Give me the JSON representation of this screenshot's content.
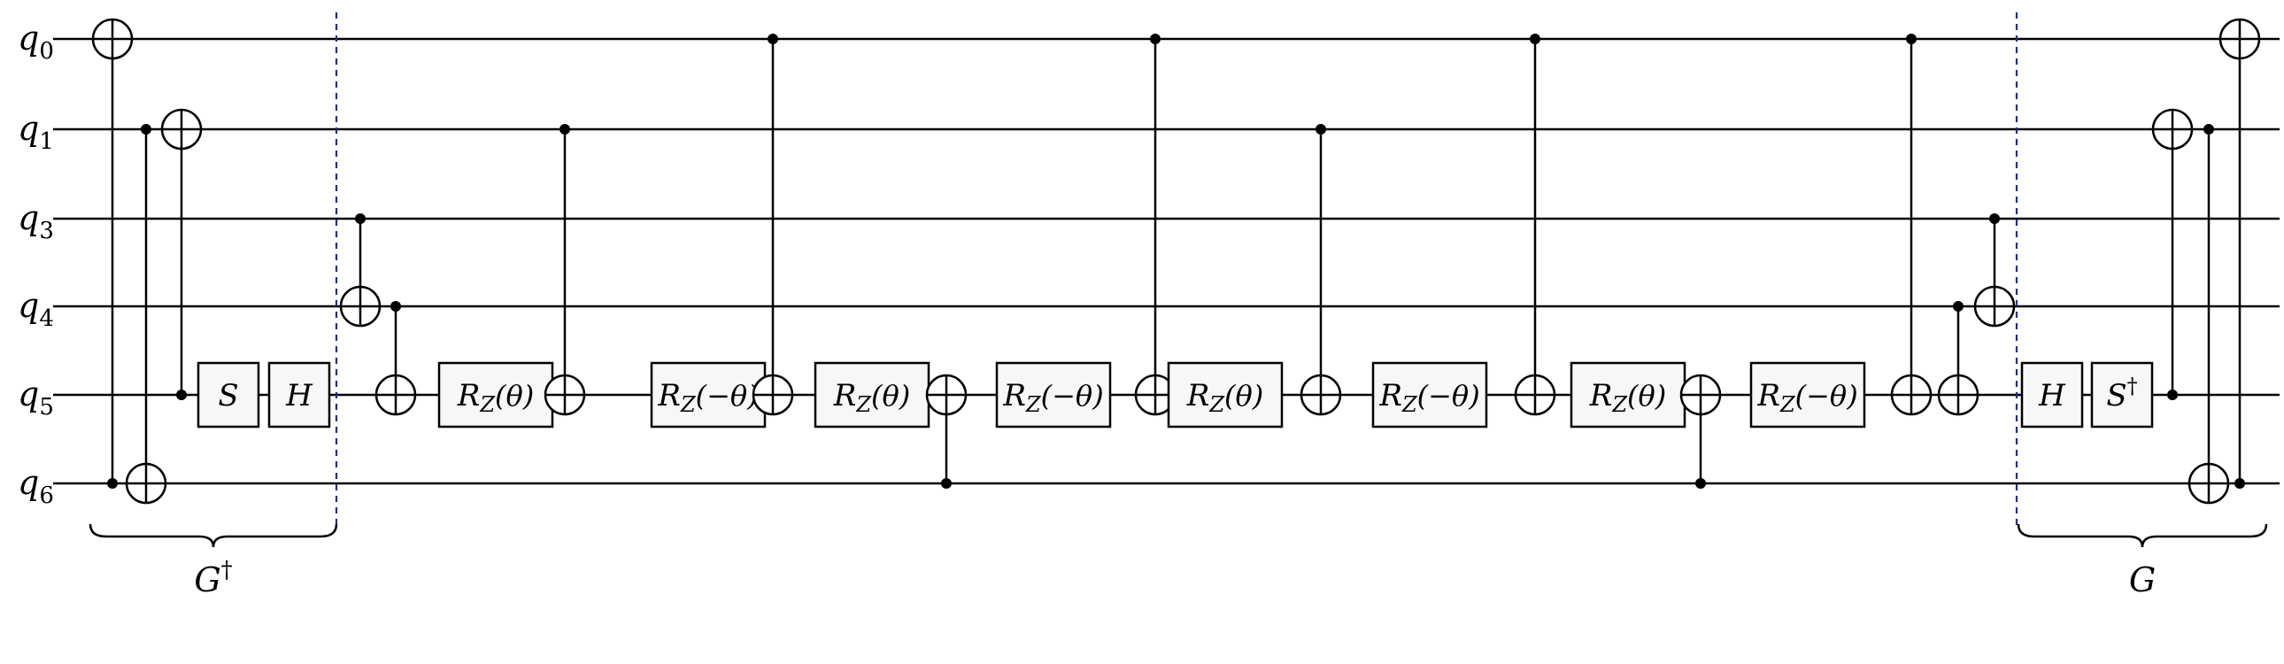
{
  "qubits": [
    {
      "name": "q",
      "index": "0"
    },
    {
      "name": "q",
      "index": "1"
    },
    {
      "name": "q",
      "index": "3"
    },
    {
      "name": "q",
      "index": "4"
    },
    {
      "name": "q",
      "index": "5"
    },
    {
      "name": "q",
      "index": "6"
    }
  ],
  "gates": [
    {
      "type": "cnot",
      "control": 5,
      "target": 0
    },
    {
      "type": "cnot",
      "control": 1,
      "target": 5
    },
    {
      "type": "cnot",
      "control": 4,
      "target": 1
    },
    {
      "type": "single",
      "wire": 4,
      "label": "S"
    },
    {
      "type": "single",
      "wire": 4,
      "label": "H"
    },
    {
      "type": "cnot",
      "control": 2,
      "target": 3
    },
    {
      "type": "cnot",
      "control": 3,
      "target": 4
    },
    {
      "type": "rz",
      "wire": 4,
      "label": "R",
      "sub": "Z",
      "arg": "(θ)"
    },
    {
      "type": "cnot",
      "control": 1,
      "target": 4
    },
    {
      "type": "rz",
      "wire": 4,
      "label": "R",
      "sub": "Z",
      "arg": "(−θ)"
    },
    {
      "type": "cnot",
      "control": 0,
      "target": 4
    },
    {
      "type": "rz",
      "wire": 4,
      "label": "R",
      "sub": "Z",
      "arg": "(θ)"
    },
    {
      "type": "cnot",
      "control": 5,
      "target": 4
    },
    {
      "type": "rz",
      "wire": 4,
      "label": "R",
      "sub": "Z",
      "arg": "(−θ)"
    },
    {
      "type": "cnot",
      "control": 0,
      "target": 4
    },
    {
      "type": "rz",
      "wire": 4,
      "label": "R",
      "sub": "Z",
      "arg": "(θ)"
    },
    {
      "type": "cnot",
      "control": 1,
      "target": 4
    },
    {
      "type": "rz",
      "wire": 4,
      "label": "R",
      "sub": "Z",
      "arg": "(−θ)"
    },
    {
      "type": "cnot",
      "control": 0,
      "target": 4
    },
    {
      "type": "rz",
      "wire": 4,
      "label": "R",
      "sub": "Z",
      "arg": "(θ)"
    },
    {
      "type": "cnot",
      "control": 5,
      "target": 4
    },
    {
      "type": "rz",
      "wire": 4,
      "label": "R",
      "sub": "Z",
      "arg": "(−θ)"
    },
    {
      "type": "cnot",
      "control": 0,
      "target": 4
    },
    {
      "type": "cnot",
      "control": 3,
      "target": 4
    },
    {
      "type": "cnot",
      "control": 2,
      "target": 3
    },
    {
      "type": "single",
      "wire": 4,
      "label": "H"
    },
    {
      "type": "single",
      "wire": 4,
      "label": "S",
      "sup": "†"
    },
    {
      "type": "cnot",
      "control": 4,
      "target": 1
    },
    {
      "type": "cnot",
      "control": 1,
      "target": 5
    },
    {
      "type": "cnot",
      "control": 5,
      "target": 0
    }
  ],
  "groups": [
    {
      "name": "G",
      "sup": "†"
    },
    {
      "name": "G",
      "sup": ""
    }
  ]
}
